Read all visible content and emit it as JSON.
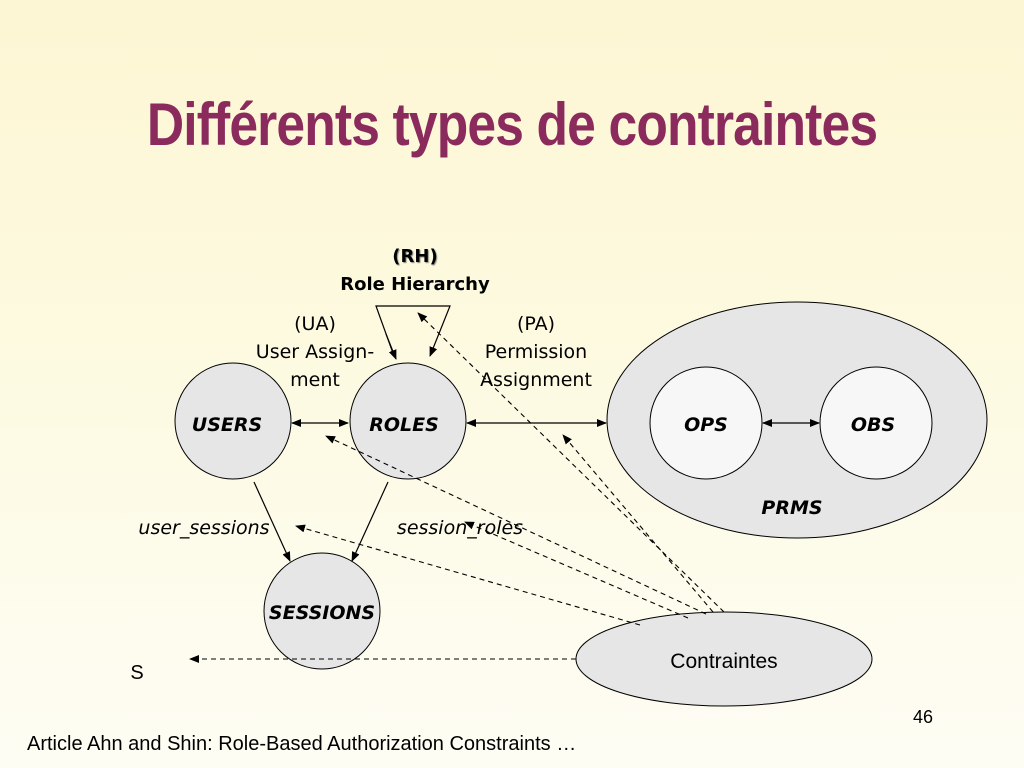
{
  "slide": {
    "title": "Différents types de contraintes",
    "title_color": "#8b2a5c",
    "footer": "Article Ahn and Shin: Role-Based Authorization Constraints …",
    "page_number": "46"
  },
  "diagram": {
    "rh_label_line1": "(RH)",
    "rh_label_line2": "Role Hierarchy",
    "ua_label_line1": "(UA)",
    "ua_label_line2": "User Assign-",
    "ua_label_line3": "ment",
    "pa_label_line1": "(PA)",
    "pa_label_line2": "Permission",
    "pa_label_line3": "Assignment",
    "users": "USERS",
    "roles": "ROLES",
    "ops": "OPS",
    "obs": "OBS",
    "prms": "PRMS",
    "sessions": "SESSIONS",
    "user_sessions": "user_sessions",
    "session_roles": "session_roles",
    "contraintes": "Contraintes",
    "s_label": "S",
    "node_fill": "#e6e6e6",
    "inner_fill": "#f7f7f7"
  }
}
